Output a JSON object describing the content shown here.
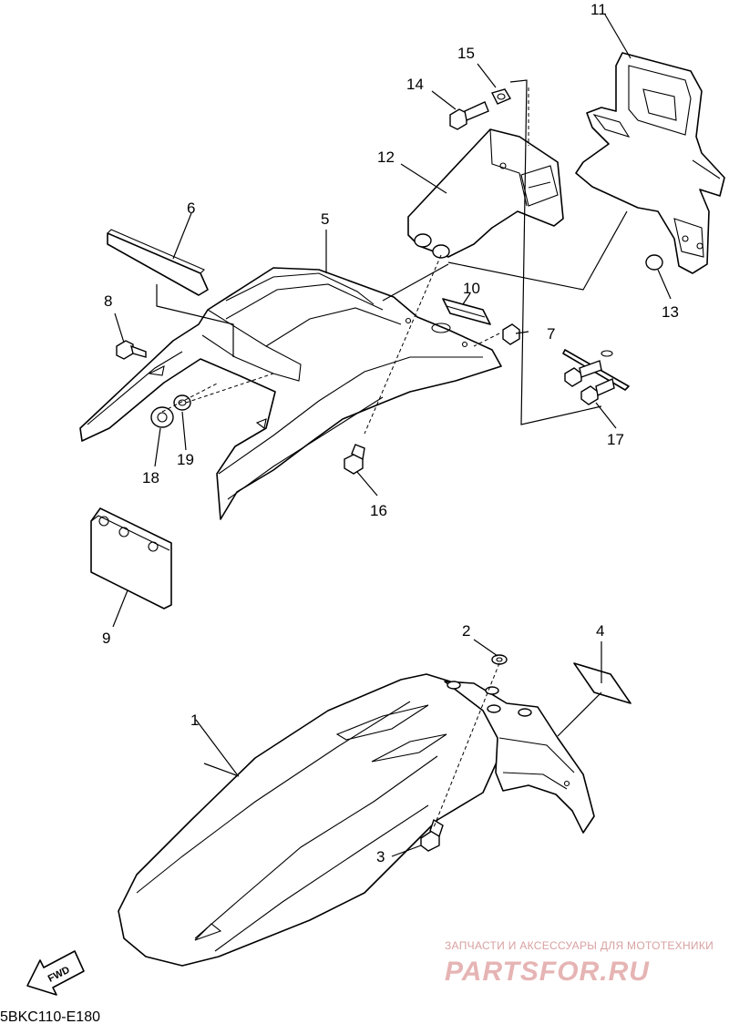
{
  "callouts": [
    {
      "id": "1",
      "label": "1"
    },
    {
      "id": "2",
      "label": "2"
    },
    {
      "id": "3",
      "label": "3"
    },
    {
      "id": "4",
      "label": "4"
    },
    {
      "id": "5",
      "label": "5"
    },
    {
      "id": "6",
      "label": "6"
    },
    {
      "id": "7",
      "label": "7"
    },
    {
      "id": "8",
      "label": "8"
    },
    {
      "id": "9",
      "label": "9"
    },
    {
      "id": "10",
      "label": "10"
    },
    {
      "id": "11",
      "label": "11"
    },
    {
      "id": "12",
      "label": "12"
    },
    {
      "id": "13",
      "label": "13"
    },
    {
      "id": "14",
      "label": "14"
    },
    {
      "id": "15",
      "label": "15"
    },
    {
      "id": "16",
      "label": "16"
    },
    {
      "id": "17",
      "label": "17"
    },
    {
      "id": "18",
      "label": "18"
    },
    {
      "id": "19",
      "label": "19"
    }
  ],
  "direction_arrow": {
    "label": "FWD"
  },
  "diagram_code": "5BKC110-E180",
  "watermark": {
    "tagline": "ЗАПЧАСТИ И АКСЕССУАРЫ ДЛЯ МОТОТЕХНИКИ",
    "brand": "PARTSFOR.RU",
    "color": "#e6b4b4"
  }
}
